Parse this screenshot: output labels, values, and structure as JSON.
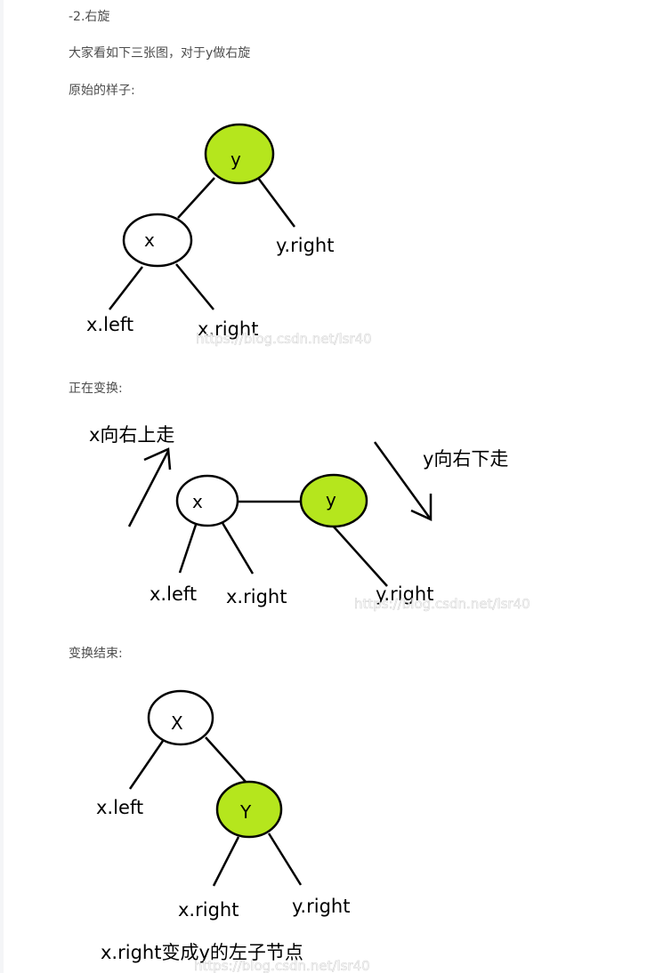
{
  "article": {
    "heading": "-2.右旋",
    "intro": "大家看如下三张图，对于y做右旋",
    "section1_label": "原始的样子:",
    "section2_label": "正在变换:",
    "section3_label": "变换结束:"
  },
  "colors": {
    "node_fill_green": "#b5e61d",
    "node_fill_white": "#ffffff",
    "stroke": "#000000",
    "text": "#4d4d4d"
  },
  "figure1": {
    "node_y": "y",
    "node_x": "x",
    "leaf_x_left": "x.left",
    "leaf_x_right": "x.right",
    "leaf_y_right": "y.right",
    "watermark": "https://blog.csdn.net/lsr40"
  },
  "figure2": {
    "node_x": "x",
    "node_y": "y",
    "note_x": "x向右上走",
    "note_y": "y向右下走",
    "leaf_x_left": "x.left",
    "leaf_x_right": "x.right",
    "leaf_y_right": "y.right",
    "watermark": "https://blog.csdn.net/lsr40"
  },
  "figure3": {
    "node_x": "X",
    "node_y": "Y",
    "leaf_x_left": "x.left",
    "leaf_x_right": "x.right",
    "leaf_y_right": "y.right",
    "caption": "x.right变成y的左子节点",
    "watermark": "https://blog.csdn.net/lsr40"
  }
}
